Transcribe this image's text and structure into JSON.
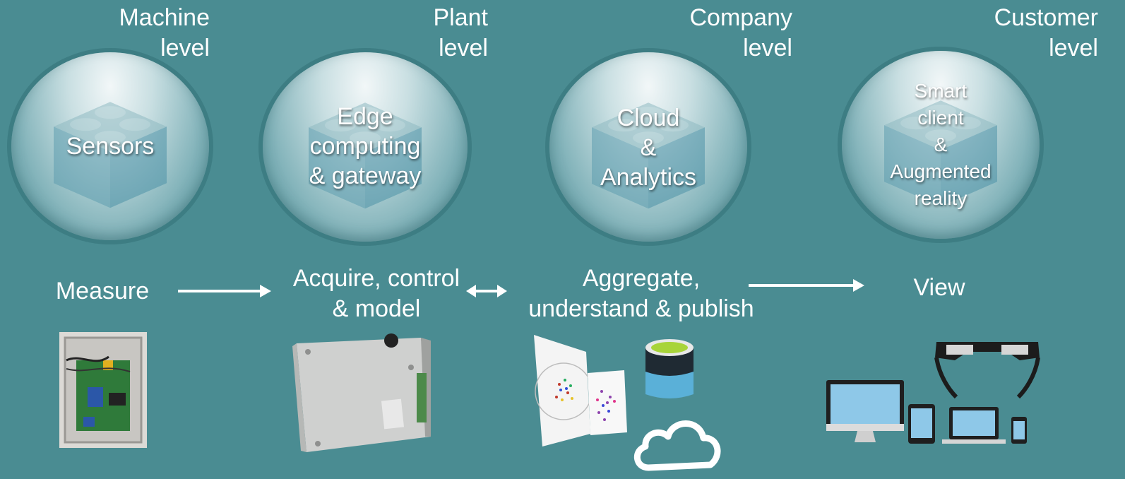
{
  "levels": [
    {
      "line1": "Machine",
      "line2": "level"
    },
    {
      "line1": "Plant",
      "line2": "level"
    },
    {
      "line1": "Company",
      "line2": "level"
    },
    {
      "line1": "Customer",
      "line2": "level"
    }
  ],
  "circles": {
    "sensors": {
      "lines": [
        "Sensors"
      ]
    },
    "edge": {
      "lines": [
        "Edge",
        "computing",
        "& gateway"
      ]
    },
    "cloud": {
      "lines": [
        "Cloud",
        "&",
        "Analytics"
      ]
    },
    "client": {
      "lines": [
        "Smart",
        "client",
        "&",
        "Augmented",
        "reality"
      ]
    }
  },
  "steps": {
    "measure": {
      "lines": [
        "Measure"
      ]
    },
    "acquire": {
      "lines": [
        "Acquire, control",
        "& model"
      ]
    },
    "aggregate": {
      "lines": [
        "Aggregate,",
        "understand & publish"
      ]
    },
    "view": {
      "lines": [
        "View"
      ]
    }
  },
  "colors": {
    "background": "#4a8c92",
    "text": "#ffffff",
    "device_screen": "#8ec8e8",
    "database_top": "#a8d43a"
  },
  "icons": [
    "lego-brick-icon",
    "arrow-right-icon",
    "double-arrow-icon",
    "sensor-board-photo",
    "gateway-box-photo",
    "scatter-plot-icon",
    "database-icon",
    "cloud-icon",
    "smart-glasses-icon",
    "devices-icon"
  ]
}
